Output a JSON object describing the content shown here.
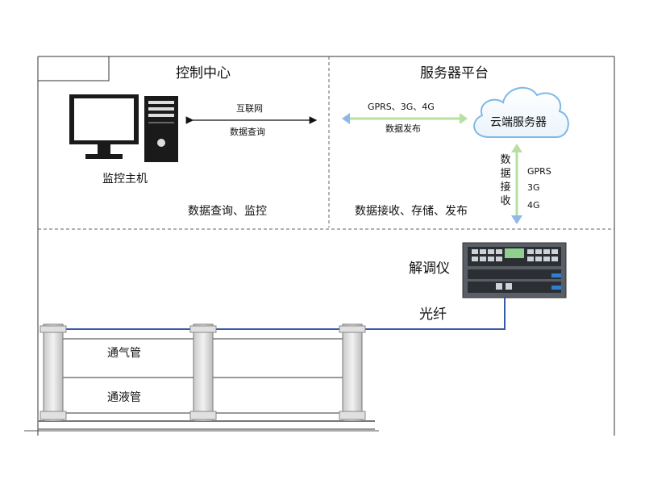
{
  "sections": {
    "control_center": "控制中心",
    "server_platform": "服务器平台"
  },
  "nodes": {
    "monitor_host": "监控主机",
    "cloud_server": "云端服务器",
    "demodulator": "解调仪"
  },
  "links": {
    "internet": "互联网",
    "data_query": "数据查询",
    "gprs_3g_4g": "GPRS、3G、4G",
    "data_publish": "数据发布",
    "fiber": "光纤",
    "receive_chars": [
      "数",
      "据",
      "接",
      "收"
    ],
    "network_types": [
      "GPRS",
      "3G",
      "4G"
    ]
  },
  "functions": {
    "query_monitor": "数据查询、监控",
    "receive_store_publish": "数据接收、存储、发布"
  },
  "pipes": {
    "vent_pipe": "通气管",
    "liquid_pipe": "通液管"
  },
  "colors": {
    "fiber": "#3a5aa8",
    "cloud_stroke": "#7fb8e6",
    "arrow_green": "#b7dfa0",
    "arrow_blue": "#8fb7e8"
  }
}
